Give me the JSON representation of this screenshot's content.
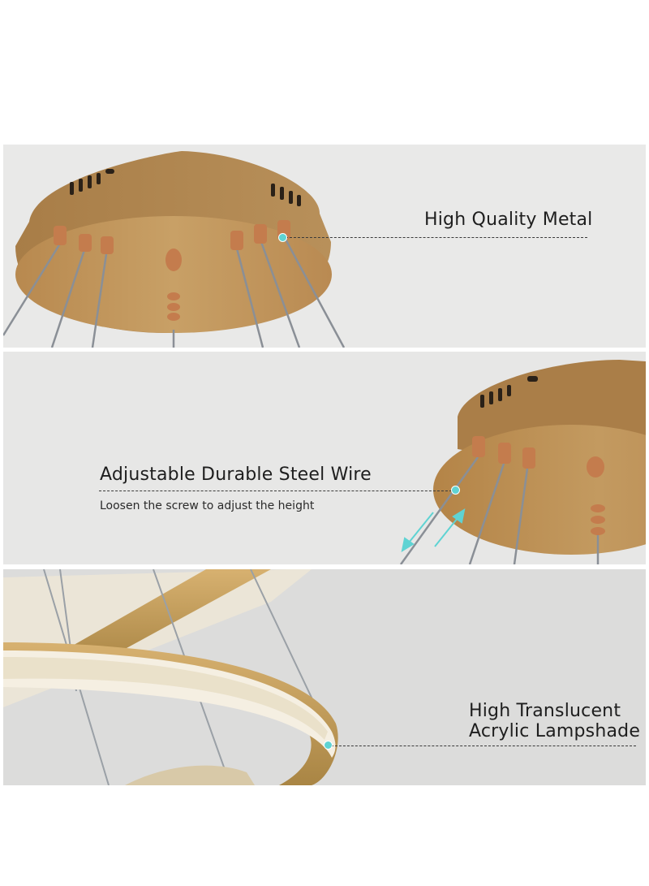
{
  "callouts": {
    "metal": {
      "title": "High Quality Metal"
    },
    "wire": {
      "title": "Adjustable Durable Steel Wire",
      "subtitle": "Loosen the screw to adjust the height"
    },
    "shade": {
      "line1": "High Translucent",
      "line2": "Acrylic Lampshade"
    }
  },
  "colors": {
    "gold": "#c29a5a",
    "gold_dark": "#9c7a45",
    "copper": "#c07a4a",
    "accent": "#5fd3d3"
  }
}
